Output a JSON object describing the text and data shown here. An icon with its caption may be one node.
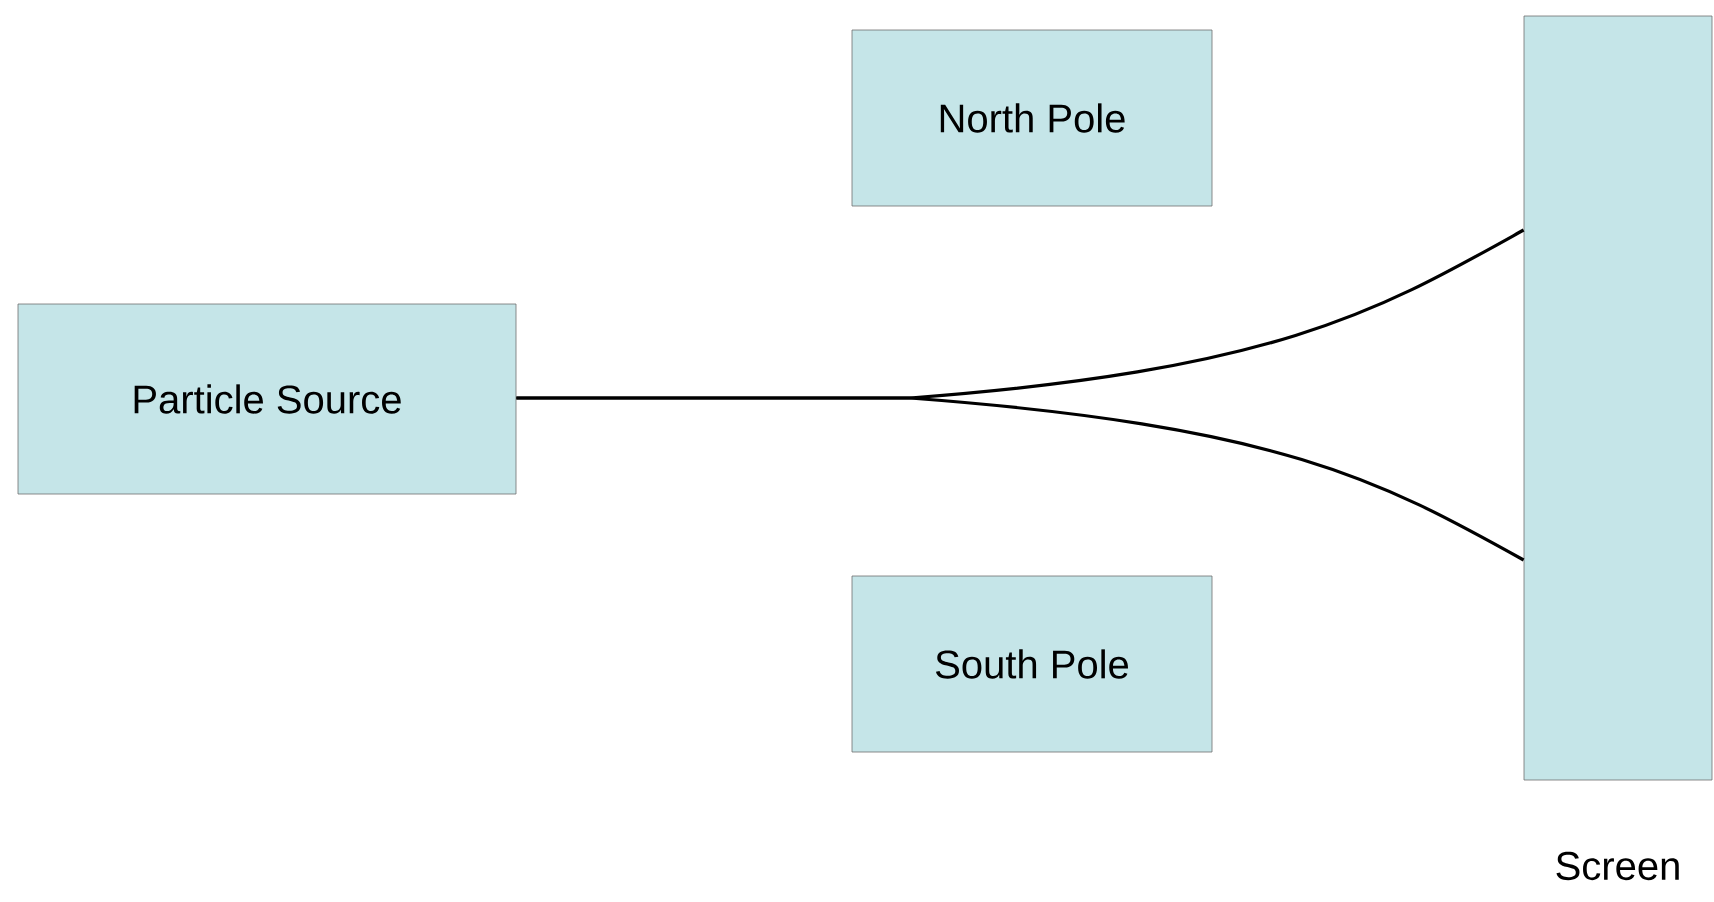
{
  "diagram": {
    "nodes": [
      {
        "text": [
          "Particle Source"
        ]
      },
      {
        "text": [
          "North Pole"
        ]
      },
      {
        "text": [
          "South Pole"
        ]
      },
      {
        "text": [
          "Screen"
        ]
      }
    ],
    "edges": [
      {
        "from": 0,
        "to": 3,
        "arrow": "none"
      },
      {
        "from": 0,
        "to": 3,
        "arrow": "none"
      }
    ]
  }
}
